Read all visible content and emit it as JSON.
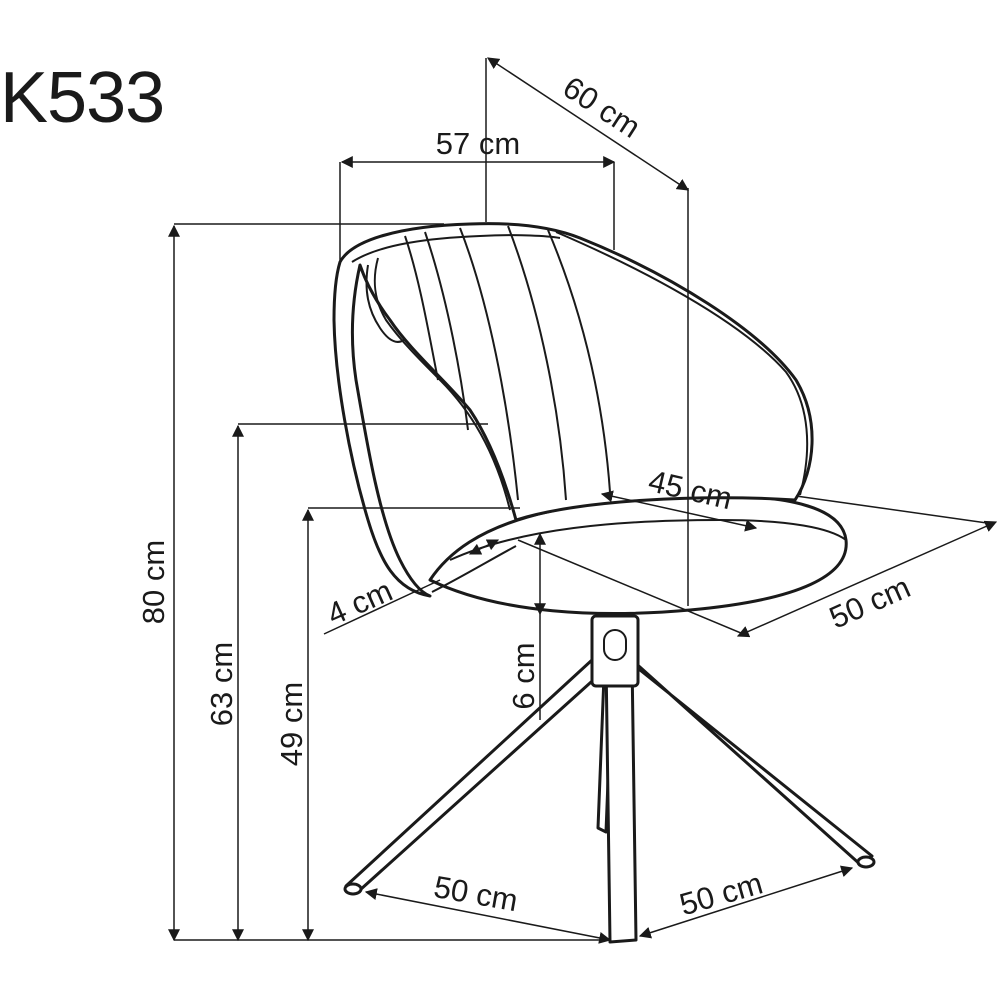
{
  "model": "K533",
  "dimensions": {
    "total_height": "80 cm",
    "armrest_height": "63 cm",
    "seat_height": "49 cm",
    "width": "57 cm",
    "depth": "60 cm",
    "seat_width": "45 cm",
    "seat_depth": "50 cm",
    "seat_thickness": "6 cm",
    "rim_thickness": "4 cm",
    "base_left": "50 cm",
    "base_right": "50 cm"
  }
}
